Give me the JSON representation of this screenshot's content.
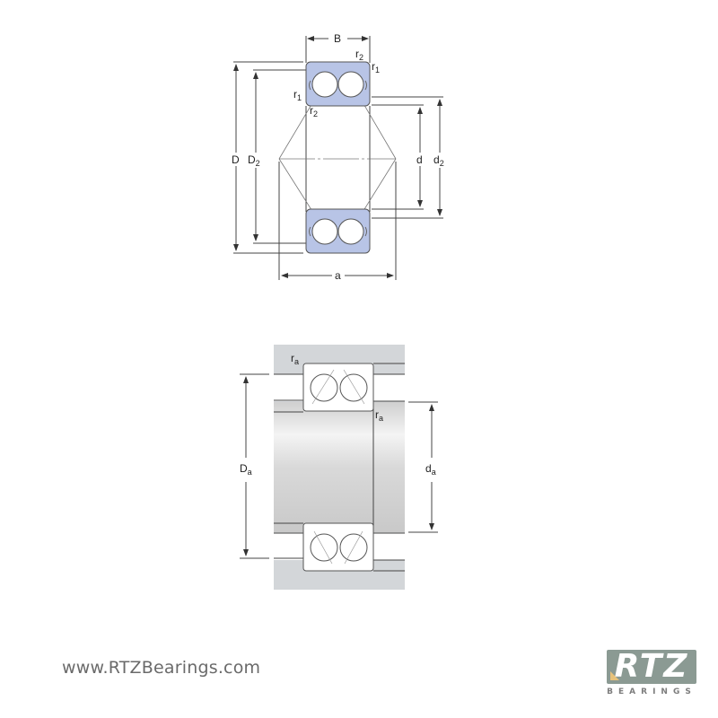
{
  "diagram": {
    "title": "Double row angular contact ball bearing dimension drawing",
    "top_drawing": {
      "labels": {
        "B": "B",
        "r2_top": "r",
        "r2_top_sub": "2",
        "r1_right": "r",
        "r1_right_sub": "1",
        "r1_left": "r",
        "r1_left_sub": "1",
        "r2_bottom": "r",
        "r2_bottom_sub": "2",
        "D": "D",
        "D2": "D",
        "D2_sub": "2",
        "d": "d",
        "d2": "d",
        "d2_sub": "2",
        "a": "a"
      },
      "ring_fill": "#b8c4e6"
    },
    "bottom_drawing": {
      "labels": {
        "ra_top": "r",
        "ra_top_sub": "a",
        "ra_right": "r",
        "ra_right_sub": "a",
        "Da": "D",
        "Da_sub": "a",
        "da": "d",
        "da_sub": "a"
      },
      "housing_fill": "#d3d6d9"
    }
  },
  "footer": {
    "website": "www.RTZBearings.com",
    "logo": {
      "main": "RTZ",
      "sub": "BEARINGS",
      "bg_color": "#8b9a93",
      "accent_color": "#e8c27a"
    }
  }
}
